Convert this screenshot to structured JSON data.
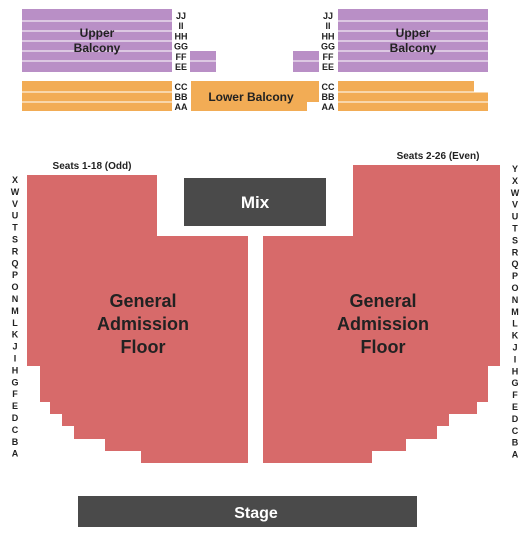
{
  "colors": {
    "upper_balcony": "#b98fc6",
    "lower_balcony": "#f2ac55",
    "floor": "#d76a6a",
    "mix": "#4a4a4a",
    "stage": "#4a4a4a",
    "text": "#222222",
    "white": "#ffffff"
  },
  "sections": {
    "upper_balcony_left": {
      "line1": "Upper",
      "line2": "Balcony"
    },
    "upper_balcony_right": {
      "line1": "Upper",
      "line2": "Balcony"
    },
    "lower_balcony": {
      "label": "Lower Balcony"
    },
    "mix": {
      "label": "Mix"
    },
    "stage": {
      "label": "Stage"
    },
    "floor_left": {
      "line1": "General",
      "line2": "Admission",
      "line3": "Floor"
    },
    "floor_right": {
      "line1": "General",
      "line2": "Admission",
      "line3": "Floor"
    }
  },
  "seat_notes": {
    "left": "Seats 1-18 (Odd)",
    "right": "Seats 2-26 (Even)"
  },
  "upper_rows": [
    "JJ",
    "II",
    "HH",
    "GG",
    "FF",
    "EE"
  ],
  "lower_rows": [
    "CC",
    "BB",
    "AA"
  ],
  "floor_rows": [
    "X",
    "Y",
    "W",
    "V",
    "U",
    "T",
    "S",
    "R",
    "Q",
    "P",
    "O",
    "N",
    "M",
    "L",
    "K",
    "J",
    "I",
    "H",
    "G",
    "F",
    "E",
    "D",
    "C",
    "B",
    "A"
  ],
  "floor_rows_left": [
    "X",
    "W",
    "V",
    "U",
    "T",
    "S",
    "R",
    "Q",
    "P",
    "O",
    "N",
    "M",
    "L",
    "K",
    "J",
    "I",
    "H",
    "G",
    "F",
    "E",
    "D",
    "C",
    "B",
    "A"
  ],
  "floor_rows_right": [
    "Y",
    "X",
    "W",
    "V",
    "U",
    "T",
    "S",
    "R",
    "Q",
    "P",
    "O",
    "N",
    "M",
    "L",
    "K",
    "J",
    "I",
    "H",
    "G",
    "F",
    "E",
    "D",
    "C",
    "B",
    "A"
  ]
}
